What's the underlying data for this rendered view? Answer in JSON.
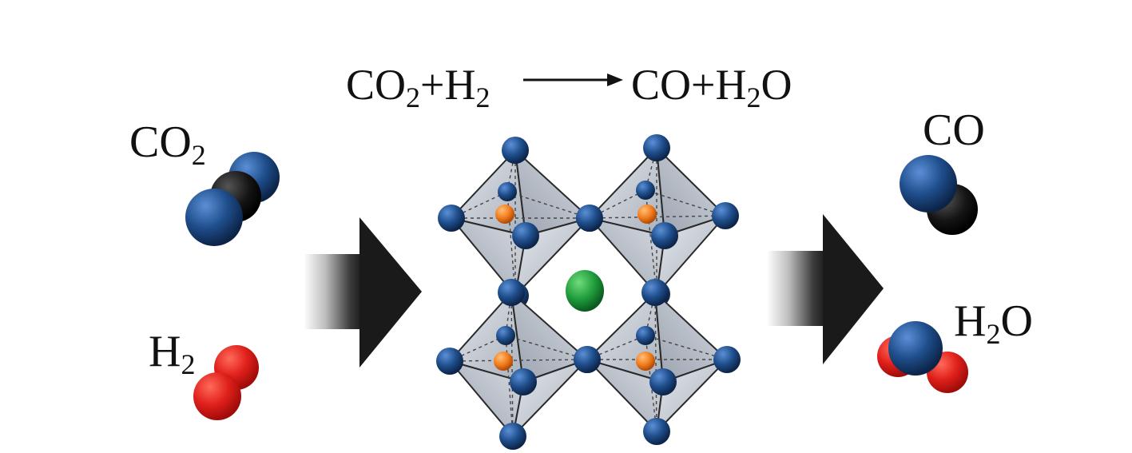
{
  "reaction": {
    "reactant_1": "CO",
    "reactant_1_sub": "2",
    "plus_1": "+H",
    "plus_1_sub": "2",
    "product_1": "CO+H",
    "product_1_sub": "2",
    "product_1_tail": "O"
  },
  "labels": {
    "co2": {
      "main": "CO",
      "sub": "2"
    },
    "h2": {
      "main": "H",
      "sub": "2"
    },
    "co": {
      "main": "CO"
    },
    "h2o": {
      "main": "H",
      "sub": "2",
      "tail": "O"
    }
  },
  "colors": {
    "oxygen_blue": "#1f4e8c",
    "carbon_black": "#111111",
    "hydrogen_red": "#e0201b",
    "b_site_orange": "#f07a1a",
    "a_site_green": "#1e9a3a",
    "octahedron_face": "#c9ced6",
    "octahedron_edge": "#2a2a2a",
    "arrow_dark": "#1a1a1a"
  },
  "icons": {
    "left_arrow": "block-arrow-right-icon",
    "right_arrow": "block-arrow-right-icon",
    "reaction_arrow": "line-arrow-right-icon",
    "structure": "perovskite-octahedra-icon"
  }
}
